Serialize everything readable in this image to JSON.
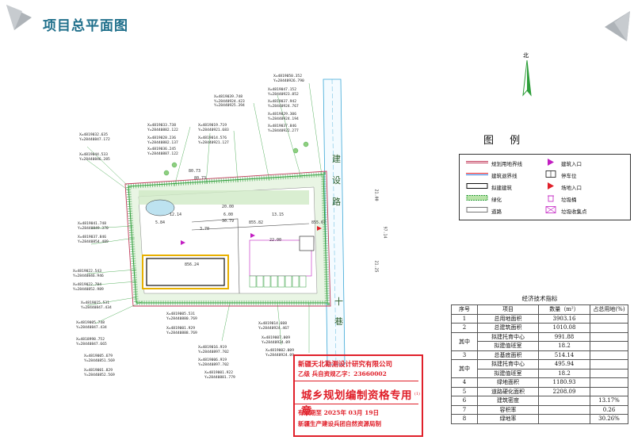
{
  "title": "项目总平面图",
  "north": "北",
  "road": {
    "chars": [
      "建",
      "设",
      "路"
    ],
    "alley": [
      "十",
      "巷"
    ]
  },
  "legend": {
    "title": "图 例",
    "items_left": [
      "规划用地界线",
      "建筑退界线",
      "拟建建筑",
      "绿化",
      "道路"
    ],
    "items_right": [
      "建筑入口",
      "停车位",
      "场地入口",
      "垃圾桶",
      "垃圾收集点"
    ]
  },
  "coords_left": [
    "X=4819032.635\nY=28440847.172",
    "X=4819044.533\nY=28440846.285",
    "X=4819041.748\nY=28440849.370",
    "X=4819037.846\nY=28440854.489",
    "X=4819022.543\nY=28440846.946",
    "X=4819022.784\nY=28440852.989",
    "X=4819015.531\nY=28440847.434",
    "X=4819005.748\nY=28440847.434",
    "X=4818998.752\nY=28440847.665",
    "X=4819005.679\nY=28440851.569",
    "X=4819001.829\nY=28440852.569"
  ],
  "coords_top": [
    "X=4819033.738\nY=28440882.122",
    "X=4819028.236\nY=28440882.137",
    "X=4819036.245\nY=28440887.122",
    "X=4819019.719\nY=28440921.683",
    "X=4819014.576\nY=28440921.127",
    "X=4819039.748\nY=28440924.423\nY=28440925.394",
    "X=4819037.942\nY=28440924.767",
    "X=4819029.306\nY=28440924.194",
    "X=4819037.846\nY=28440922.277",
    "X=4819047.152\nY=28440923.852",
    "X=4819050.352\nY=28440926.790"
  ],
  "coords_bottom": [
    "X=4819005.531\nY=28440880.769",
    "X=4819001.929\nY=28440888.769",
    "X=4819016.919\nY=28440897.702",
    "X=4819006.919\nY=28440897.702",
    "X=4819001.922\nY=28440881.779",
    "X=4819014.608\nY=28440924.467",
    "X=4819007.009\nY=28440924.09",
    "X=4819002.009\nY=28440924.09"
  ],
  "dims": [
    "80.73",
    "80.73",
    "20.00",
    "30.79",
    "22.00",
    "12.14",
    "13.15",
    "856.24",
    "855.82",
    "855.67",
    "21.00",
    "21.25",
    "97.14",
    "5.84",
    "3.70",
    "6.00"
  ],
  "tech_table": {
    "caption": "经济技术指标",
    "headers": [
      "序号",
      "项目",
      "数量（m²）",
      "占总用地(%)"
    ],
    "rows": [
      [
        "1",
        "总用地面积",
        "3903.16",
        ""
      ],
      [
        "2",
        "总建筑面积",
        "1010.08",
        ""
      ],
      [
        "其中",
        "拟建托育中心",
        "991.88",
        ""
      ],
      [
        "",
        "拟建值班室",
        "18.2",
        ""
      ],
      [
        "3",
        "总基底面积",
        "514.14",
        ""
      ],
      [
        "其中",
        "拟建托育中心",
        "495.94",
        ""
      ],
      [
        "",
        "拟建值班室",
        "18.2",
        ""
      ],
      [
        "4",
        "绿地面积",
        "1180.93",
        ""
      ],
      [
        "5",
        "道路硬化面积",
        "2208.09",
        ""
      ],
      [
        "6",
        "建筑密度",
        "",
        "13.17%"
      ],
      [
        "7",
        "容积率",
        "",
        "0.26"
      ],
      [
        "8",
        "绿地率",
        "",
        "30.26%"
      ]
    ]
  },
  "stamp": {
    "org": "新疆天北勘测设计研究有限公司",
    "cert": "乙级  兵自资规乙字：23660002",
    "main": "城乡规划编制资格专用章",
    "validity": "有效期至   2025年 03月 19日",
    "issuer": "新疆生产建设兵团自然资源局制",
    "corner": "(1)"
  },
  "colors": {
    "title": "#1f6f8b",
    "green": "#2e9e3a",
    "red": "#e0202a",
    "magenta": "#c21ec2",
    "plan_line": "#c23a5a"
  }
}
